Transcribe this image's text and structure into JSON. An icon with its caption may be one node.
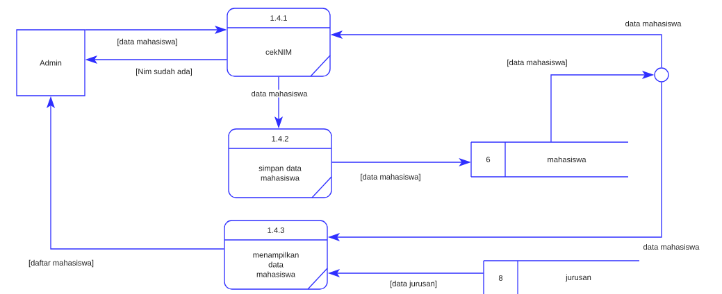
{
  "diagram": {
    "nodes": [
      {
        "text": [
          "Admin"
        ]
      },
      {
        "text": [
          "1.4.1",
          "cekNIM"
        ]
      },
      {
        "text": [
          "1.4.2",
          "simpan data mahasiswa"
        ]
      },
      {
        "text": [
          "1.4.3",
          "menampilkan data mahasiswa"
        ]
      },
      {
        "text": [
          "6",
          "mahasiswa"
        ]
      },
      {
        "text": [],
        "shape": "circle"
      },
      {
        "text": [
          "8",
          "jurusan"
        ]
      }
    ],
    "edges": [
      {
        "from": 0,
        "to": 1,
        "arrow": "to",
        "label": "[data mahasiswa]"
      },
      {
        "from": 1,
        "to": 0,
        "arrow": "to",
        "label": "[Nim sudah ada]"
      },
      {
        "from": 1,
        "to": 2,
        "arrow": "to",
        "label": "data mahasiswa"
      },
      {
        "from": 2,
        "to": 4,
        "arrow": "to",
        "label": "[data mahasiswa]"
      },
      {
        "from": 4,
        "to": 5,
        "arrow": "to",
        "label": "[data mahasiswa]"
      },
      {
        "from": 5,
        "to": 1,
        "arrow": "to",
        "label": "data mahasiswa"
      },
      {
        "from": 5,
        "to": 3,
        "arrow": "to",
        "label": "data mahasiswa"
      },
      {
        "from": 3,
        "to": 0,
        "arrow": "to",
        "label": "[daftar mahasiswa]"
      },
      {
        "from": 6,
        "to": 3,
        "arrow": "to",
        "label": "[data jurusan]"
      }
    ]
  }
}
